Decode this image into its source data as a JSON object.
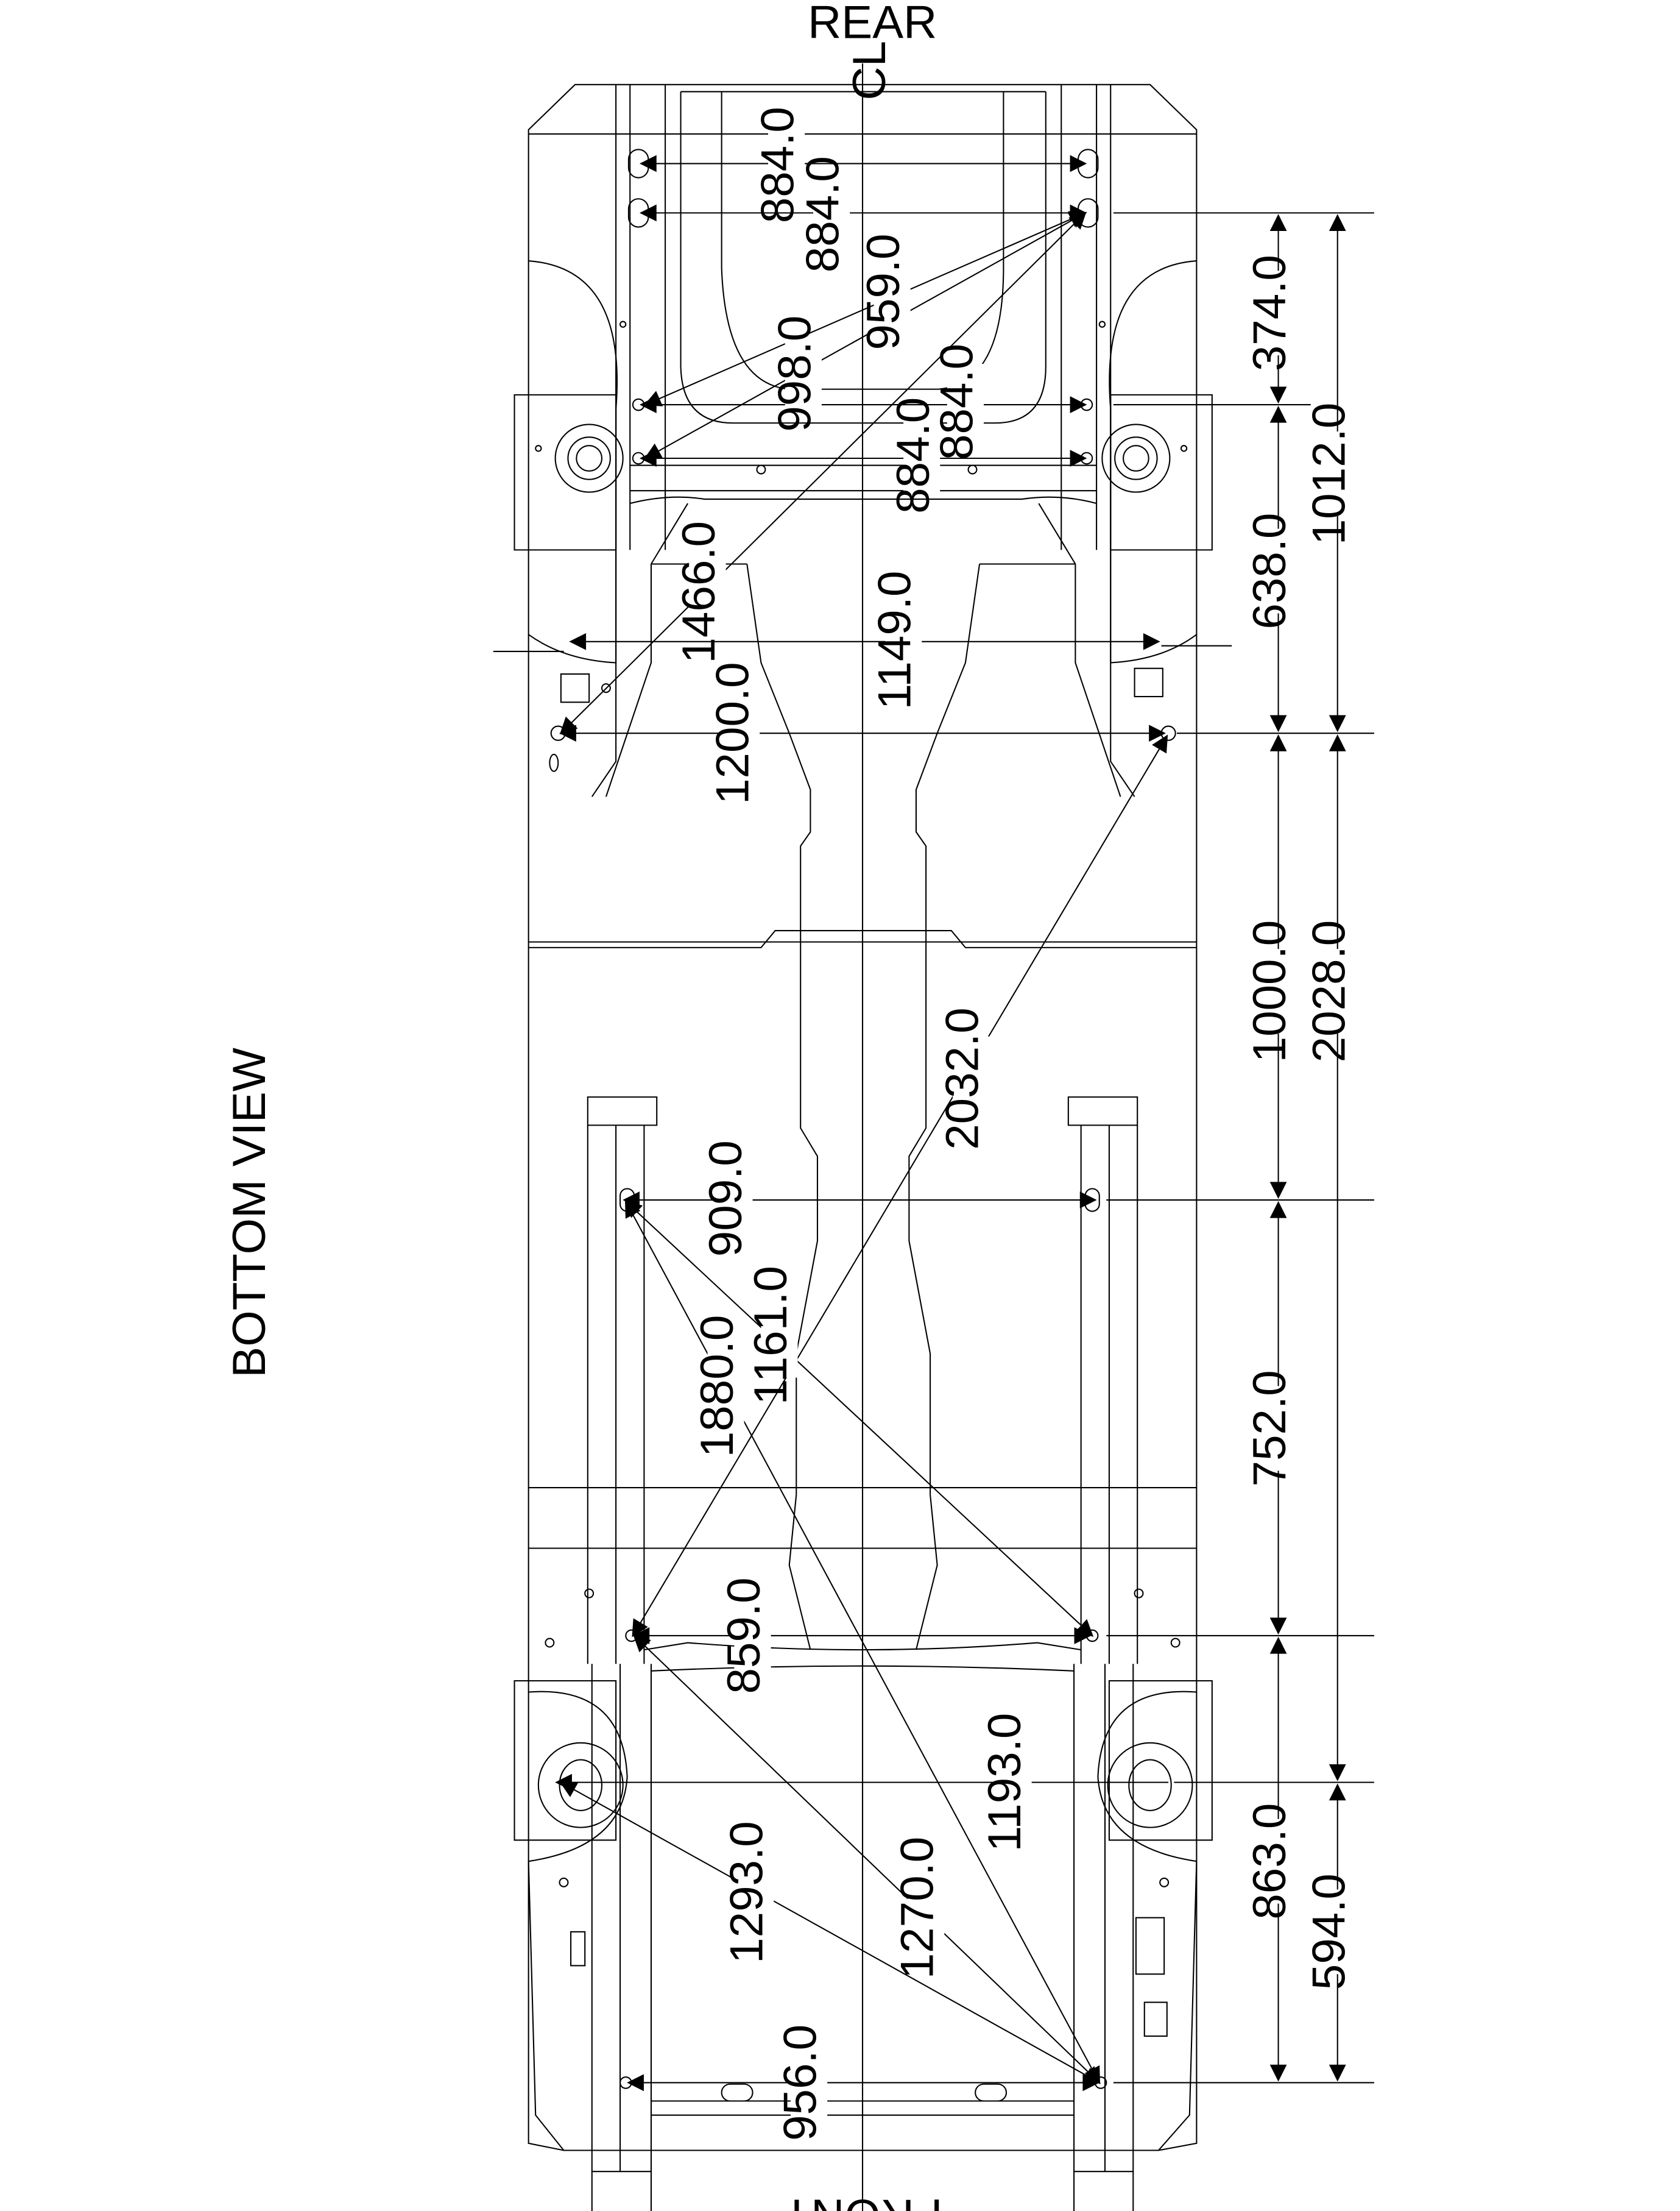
{
  "labels": {
    "top": "REAR",
    "bottom": "FRONT",
    "side": "BOTTOM VIEW",
    "centerline": "CL"
  },
  "dimensions": {
    "d884_a": "884.0",
    "d884_b": "884.0",
    "d959": "959.0",
    "d998": "998.0",
    "d884_c": "884.0",
    "d884_d": "884.0",
    "d1466": "1466.0",
    "d1149": "1149.0",
    "d1200": "1200.0",
    "d2032": "2032.0",
    "d909": "909.0",
    "d1161": "1161.0",
    "d1880": "1880.0",
    "d859": "859.0",
    "d1193": "1193.0",
    "d1293": "1293.0",
    "d1270": "1270.0",
    "d956": "956.0",
    "v374": "374.0",
    "v638": "638.0",
    "v1012": "1012.0",
    "v1000": "1000.0",
    "v2028": "2028.0",
    "v752": "752.0",
    "v863": "863.0",
    "v594": "594.0"
  }
}
